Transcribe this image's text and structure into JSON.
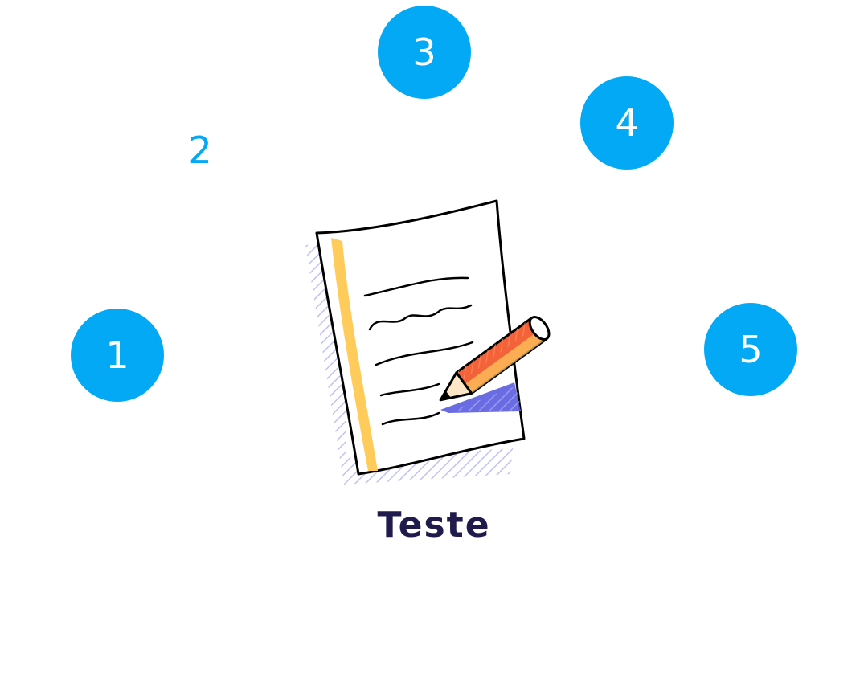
{
  "steps": [
    {
      "label": "1",
      "style": "filled"
    },
    {
      "label": "2",
      "style": "plain"
    },
    {
      "label": "3",
      "style": "filled"
    },
    {
      "label": "4",
      "style": "filled"
    },
    {
      "label": "5",
      "style": "filled"
    }
  ],
  "illustration": {
    "icon": "paper-and-pencil-icon"
  },
  "caption": "Teste",
  "colors": {
    "accent": "#03a9f4",
    "caption": "#1f1b4d",
    "paper_stripe": "#ffcc5c",
    "pencil_body": "#f4623a",
    "shadow": "#7c7ee6"
  }
}
